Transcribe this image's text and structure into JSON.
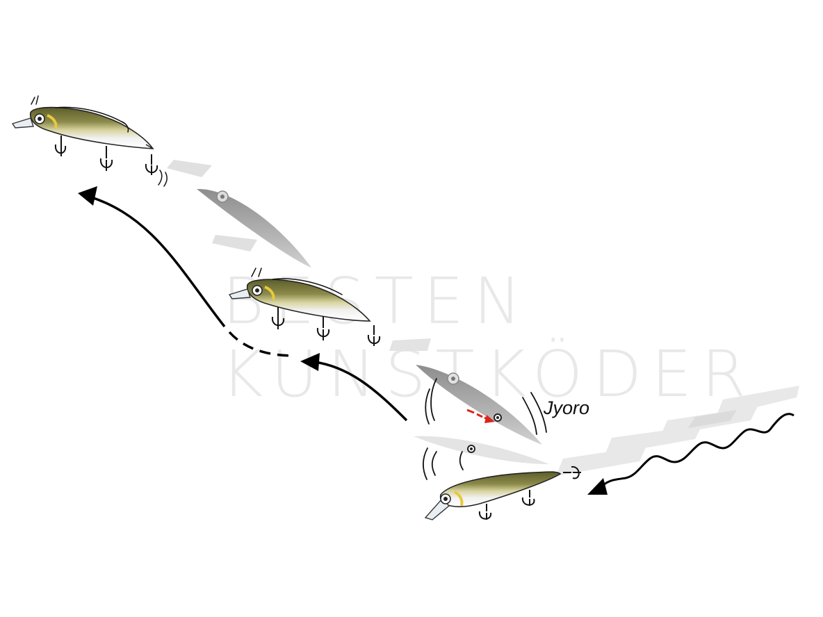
{
  "diagram": {
    "label": "Jyoro",
    "watermark": {
      "line1": "BESTEN",
      "line2": "KUNSTKÖDER"
    }
  },
  "colors": {
    "lure_back": "#6b6b2e",
    "lure_side": "#c9c58a",
    "lure_belly": "#f4f4f4",
    "lure_gill": "#e8c93a",
    "ghost": "#a8a8a8",
    "arrow": "#000000",
    "weight_arrow": "#d8261c",
    "watermark": "#e4e4e4"
  }
}
